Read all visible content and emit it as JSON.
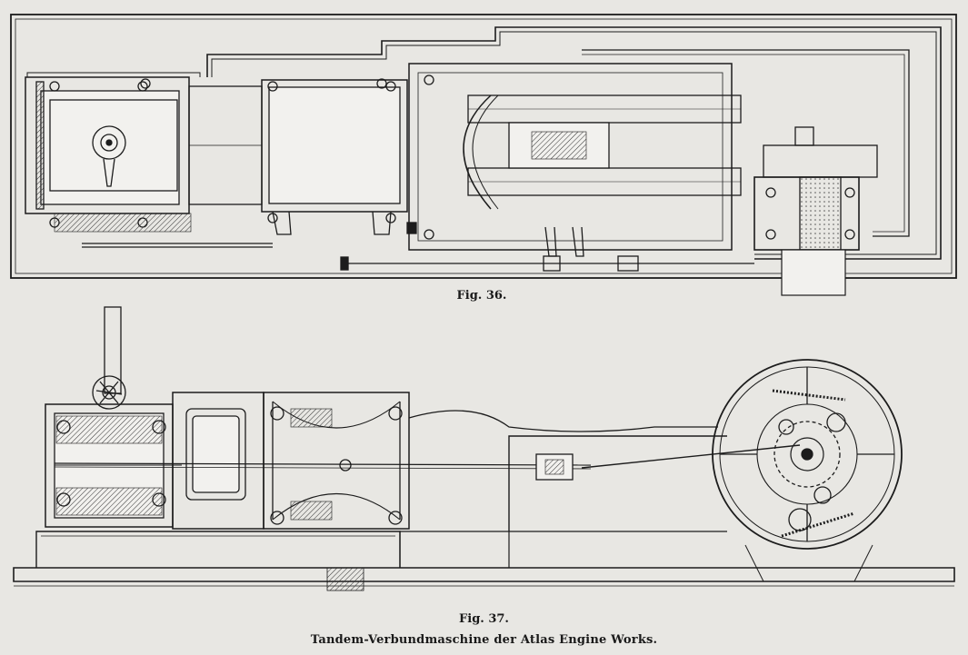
{
  "figures": {
    "fig36_label": "Fig. 36.",
    "fig37_label": "Fig. 37.",
    "caption_title": "Tandem-Verbundmaschine der Atlas Engine Works."
  }
}
